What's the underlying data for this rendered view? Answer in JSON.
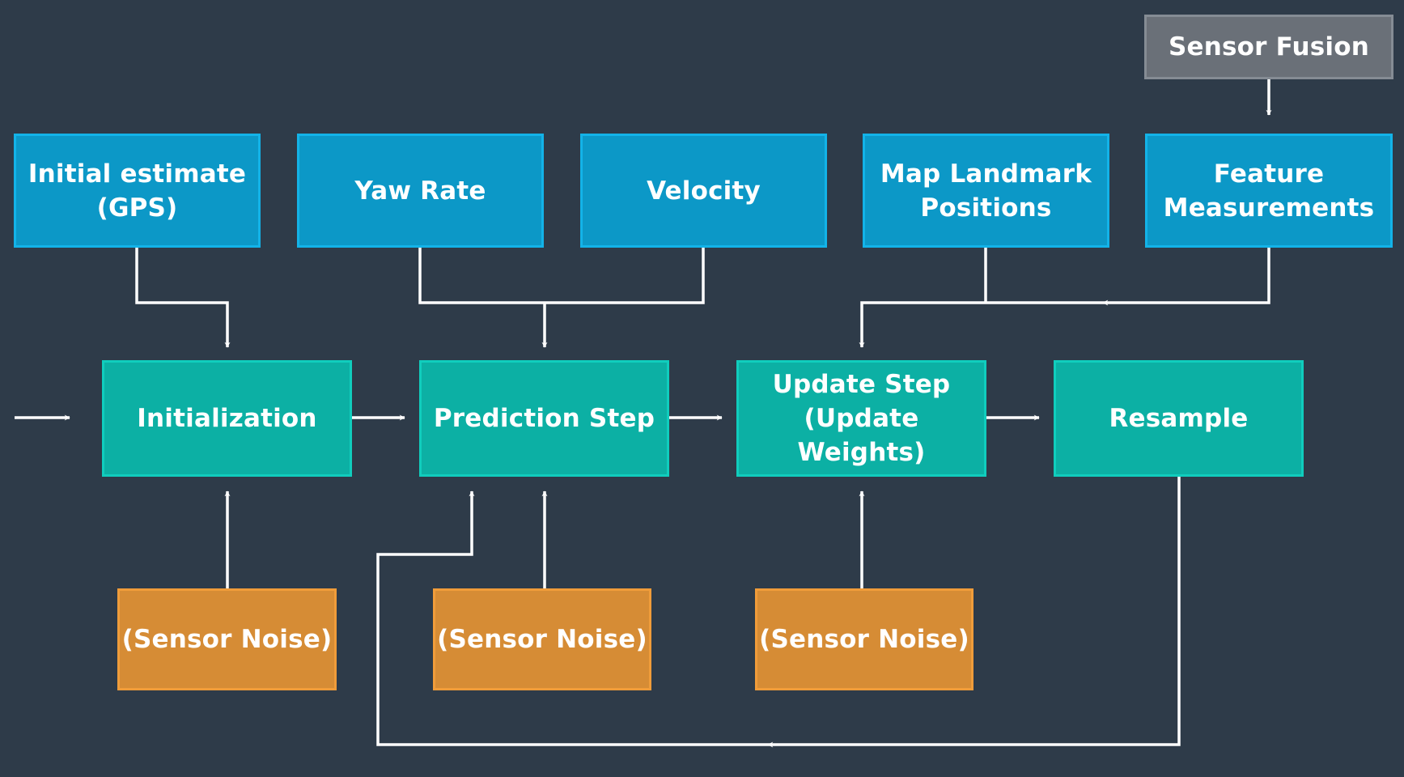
{
  "nodes": {
    "sensor_fusion": "Sensor Fusion",
    "initial_estimate": "Initial estimate\n(GPS)",
    "yaw_rate": "Yaw Rate",
    "velocity": "Velocity",
    "map_landmark_positions": "Map Landmark\nPositions",
    "feature_measurements": "Feature\nMeasurements",
    "initialization": "Initialization",
    "prediction_step": "Prediction Step",
    "update_step": "Update Step\n(Update Weights)",
    "resample": "Resample",
    "sensor_noise_1": "(Sensor Noise)",
    "sensor_noise_2": "(Sensor Noise)",
    "sensor_noise_3": "(Sensor Noise)"
  },
  "colors": {
    "background": "#2e3b49",
    "input_box": "#0c98c7",
    "step_box": "#0cb0a4",
    "noise_box": "#d68c35",
    "fusion_box": "#6a7078",
    "arrow": "#ffffff"
  }
}
